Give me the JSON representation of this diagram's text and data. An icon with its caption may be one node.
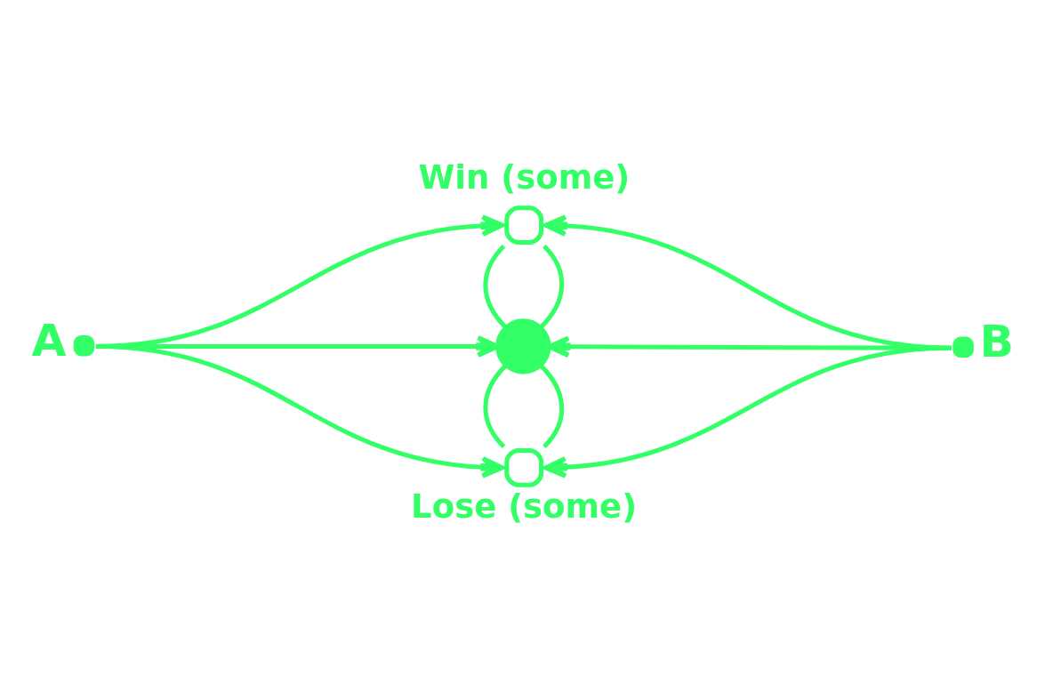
{
  "diagram": {
    "nodes": [
      {
        "text": [
          "Win (some)"
        ]
      },
      {
        "text": [
          "A"
        ]
      },
      {
        "text": [],
        "shape": "circle"
      },
      {
        "text": [
          "B"
        ]
      },
      {
        "text": [
          "Lose (some)"
        ]
      }
    ],
    "edges": [
      {
        "from": 1,
        "to": 0,
        "arrow": "to"
      },
      {
        "from": 1,
        "to": 2,
        "arrow": "to"
      },
      {
        "from": 1,
        "to": 4,
        "arrow": "to"
      },
      {
        "from": 3,
        "to": 0,
        "arrow": "to"
      },
      {
        "from": 3,
        "to": 2,
        "arrow": "to"
      },
      {
        "from": 3,
        "to": 4,
        "arrow": "to"
      },
      {
        "from": 2,
        "to": 0,
        "arrow": "none"
      },
      {
        "from": 0,
        "to": 2,
        "arrow": "none"
      },
      {
        "from": 2,
        "to": 4,
        "arrow": "none"
      },
      {
        "from": 4,
        "to": 2,
        "arrow": "none"
      }
    ]
  }
}
